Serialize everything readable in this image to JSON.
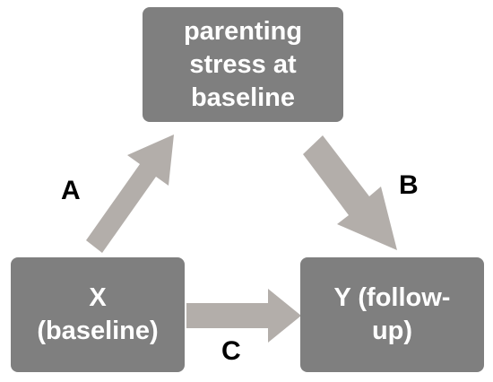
{
  "diagram": {
    "mediator": {
      "text": "parenting\nstress at\nbaseline"
    },
    "predictor": {
      "text": "X\n(baseline)"
    },
    "outcome": {
      "text": "Y (follow-\nup)"
    },
    "paths": {
      "a": "A",
      "b": "B",
      "c": "C"
    },
    "colors": {
      "box_fill": "#7f7f7f",
      "arrow_fill": "#b3aeaa",
      "box_text": "#ffffff",
      "label_text": "#000000"
    }
  }
}
